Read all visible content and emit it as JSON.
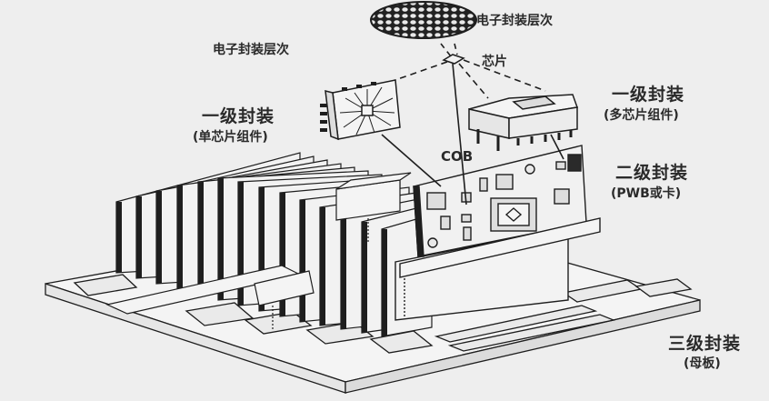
{
  "diagram": {
    "title_top": "电子封装层次",
    "title_left": "电子封装层次",
    "chip_label": "芯片",
    "cob_label": "COB",
    "levels": [
      {
        "name": "一级封装",
        "detail": "(单芯片组件)"
      },
      {
        "name": "一级封装",
        "detail": "(多芯片组件)"
      },
      {
        "name": "二级封装",
        "detail": "(PWB或卡)"
      },
      {
        "name": "三级封装",
        "detail": "(母板)"
      }
    ],
    "parts": [
      "wafer",
      "chip",
      "single-chip-module",
      "multi-chip-module",
      "printed-wiring-board",
      "heat-sink-fins",
      "motherboard"
    ],
    "colors": {
      "background": "#eeeeee",
      "ink": "#1e1e1e",
      "text": "#2a2a2a",
      "paper": "#f4f4f4"
    }
  }
}
